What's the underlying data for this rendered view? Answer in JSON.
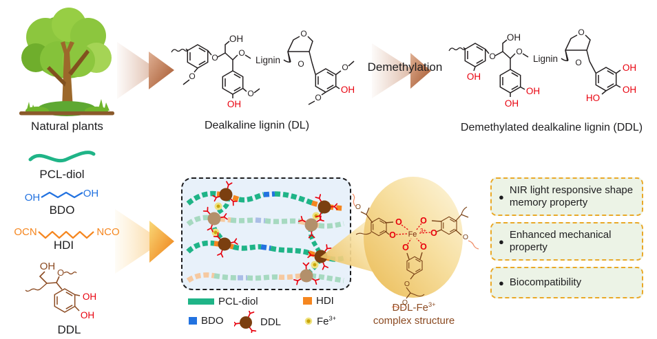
{
  "atoms": {
    "oh": "OH",
    "ho": "HO",
    "o": "O",
    "ocn": "OCN",
    "nco": "NCO",
    "lignin": "Lignin",
    "fe": "Fe",
    "charge": "3+"
  },
  "top": {
    "plant_label": "Natural plants",
    "dl_label": "Dealkaline lignin (DL)",
    "demethylation_label": "Demethylation",
    "ddl_label": "Demethylated dealkaline lignin (DDL)"
  },
  "reactants": {
    "pcl": "PCL-diol",
    "bdo": "BDO",
    "hdi": "HDI",
    "ddl": "DDL"
  },
  "legend": {
    "pcl": "PCL-diol",
    "hdi": "HDI",
    "bdo": "BDO",
    "ddl": "DDL",
    "fe": "Fe",
    "fe_charge": "3+"
  },
  "balloon": {
    "caption_line1": "DDL-Fe",
    "caption_sup": "3+",
    "caption_line2": "complex structure"
  },
  "properties": [
    {
      "text": "NIR light responsive shape memory property"
    },
    {
      "text": "Enhanced mechanical property"
    },
    {
      "text": "Biocompatibility"
    }
  ],
  "colors": {
    "pcl_teal": "#1fb487",
    "hdi_orange": "#f5861f",
    "bdo_blue": "#2272e0",
    "ddl_brown": "#7b3f10",
    "fe_yellow": "#c9a60b",
    "red": "#e8000d",
    "complex_brown": "#8b4a21",
    "card_border": "#e9a827"
  }
}
